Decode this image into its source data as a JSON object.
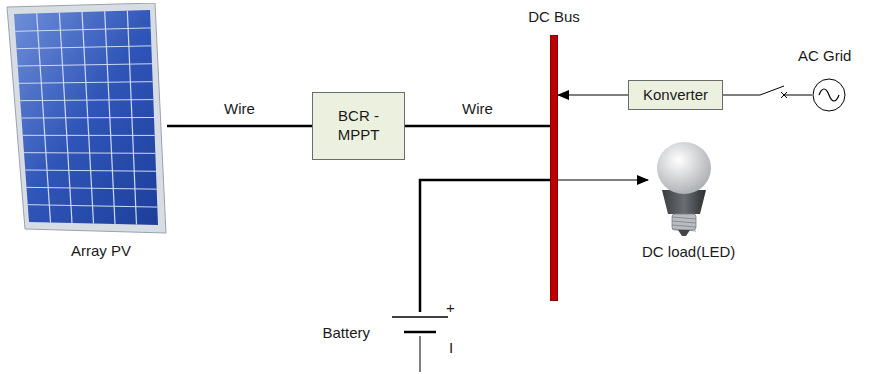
{
  "diagram": {
    "nodes": [
      {
        "text": [
          "Array PV"
        ]
      },
      {
        "text": [
          "BCR - MPPT"
        ]
      },
      {
        "text": [
          "DC Bus"
        ]
      },
      {
        "text": [
          "Konverter"
        ]
      },
      {
        "text": [
          "AC Grid"
        ]
      },
      {
        "text": [
          "DC load(LED)"
        ]
      },
      {
        "text": [
          "Battery"
        ]
      }
    ],
    "edges": [
      {
        "from": 0,
        "to": 1,
        "label": "Wire",
        "arrow": "none"
      },
      {
        "from": 1,
        "to": 2,
        "label": "Wire",
        "arrow": "none"
      },
      {
        "from": 3,
        "to": 2,
        "arrow": "to"
      },
      {
        "from": 4,
        "to": 3,
        "arrow": "none"
      },
      {
        "from": 2,
        "to": 5,
        "arrow": "to"
      },
      {
        "from": 6,
        "to": 2,
        "arrow": "none"
      }
    ],
    "labels": [
      "+",
      "I"
    ]
  }
}
